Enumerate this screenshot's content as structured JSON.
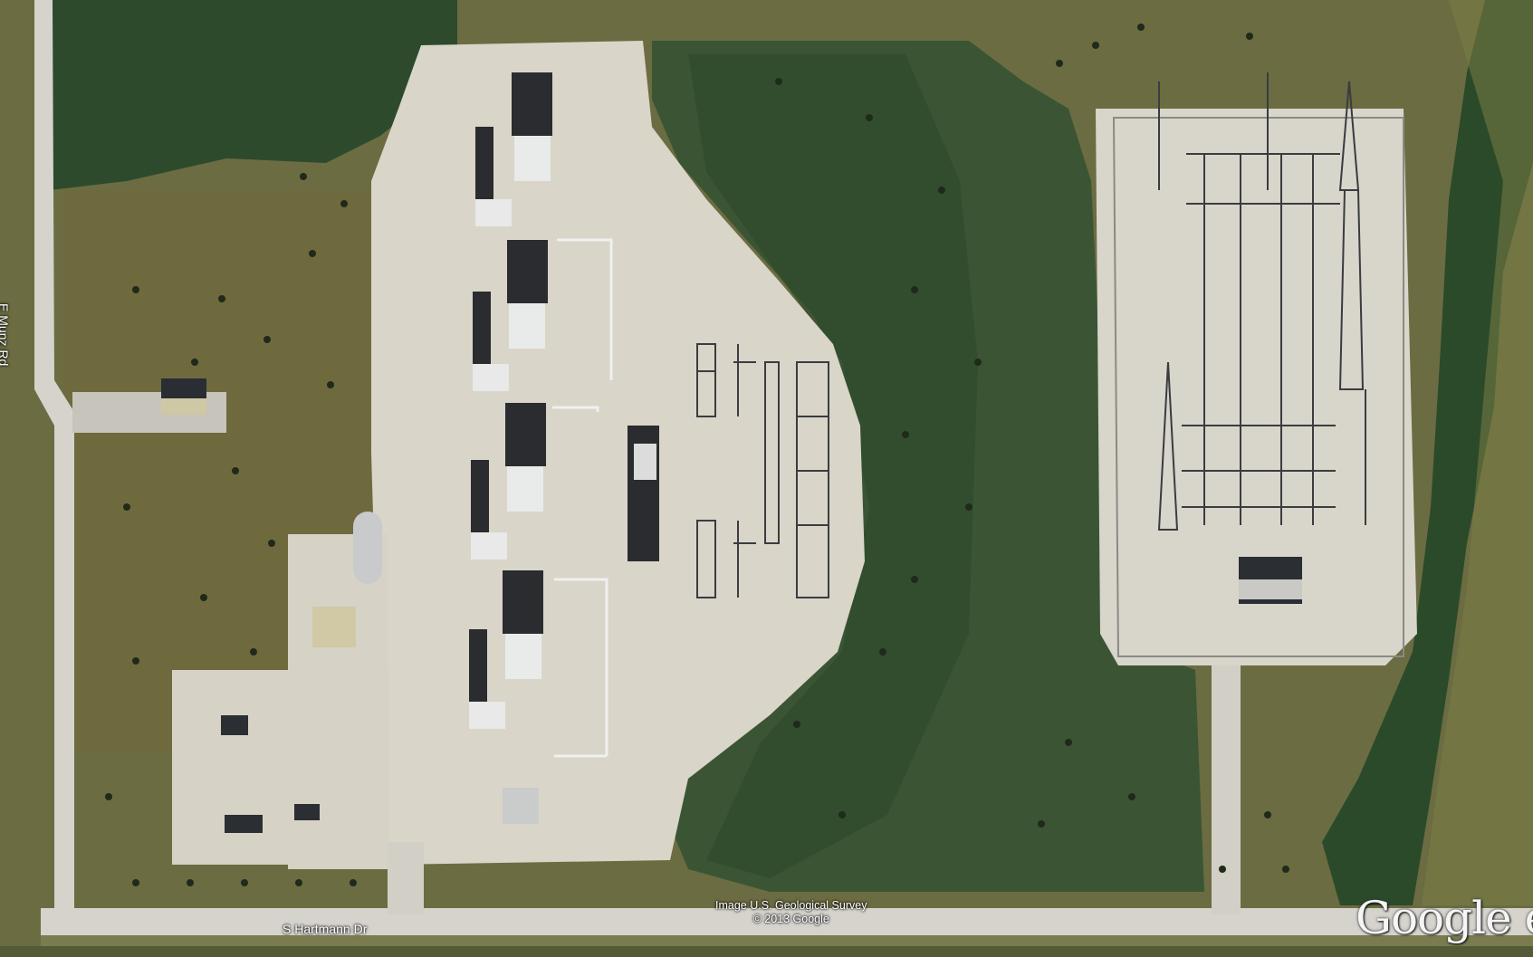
{
  "map": {
    "type": "satellite",
    "roads": {
      "horizontal": "S Hartmann Dr",
      "vertical": "E Munz Rd"
    },
    "attribution": {
      "line1": "Image U.S. Geological Survey",
      "line2": "© 2013 Google"
    },
    "logo": "Google e",
    "colors": {
      "grass": "#6f7044",
      "dark_vegetation": "#2c4a2f",
      "gravel": "#dcd7cc",
      "road": "#d8d6cf"
    }
  }
}
